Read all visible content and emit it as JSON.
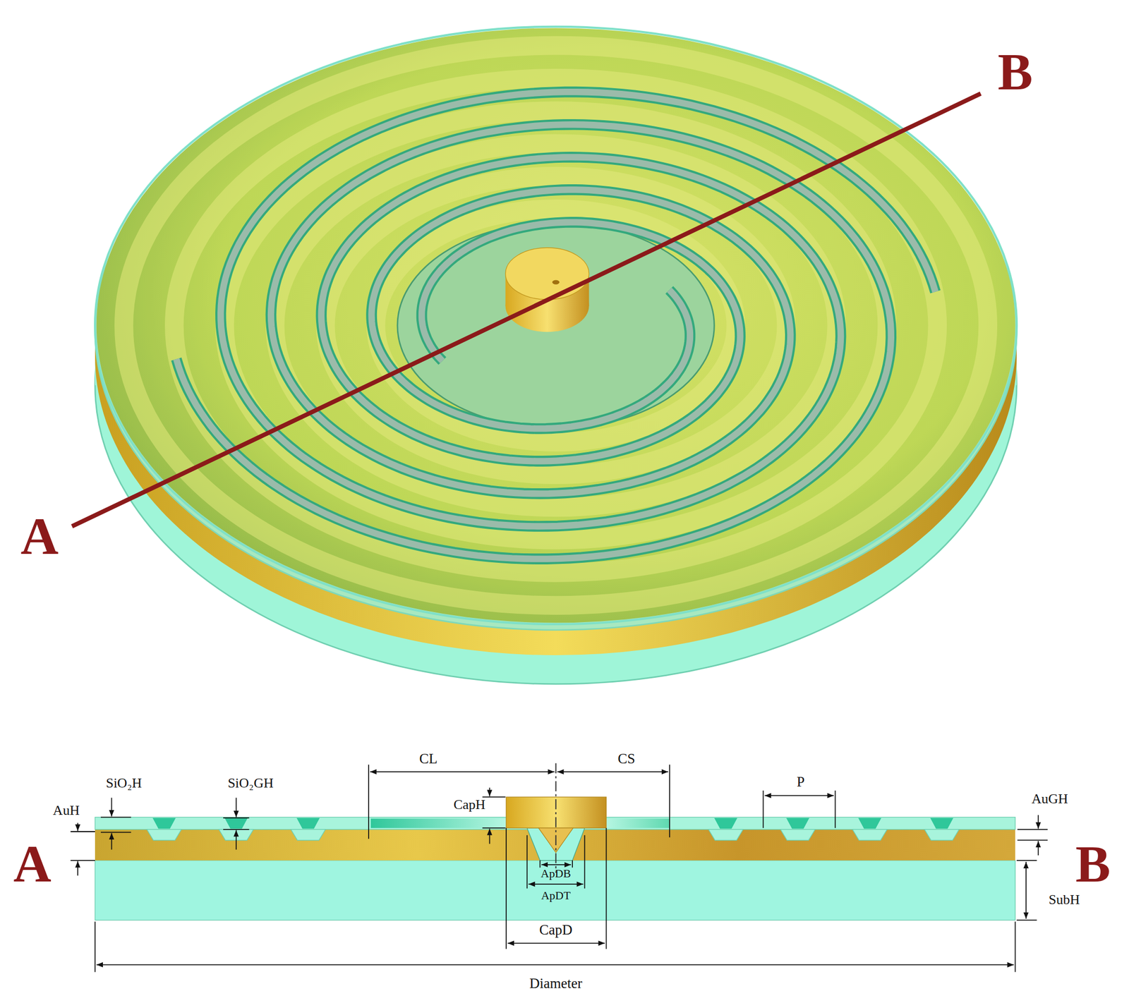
{
  "diagram": {
    "labels": [
      "B",
      "A",
      "CL",
      "CS",
      "P",
      "AuH",
      "SiO₂H",
      "SiO₂GH",
      "CapH",
      "AuGH",
      "ApDB",
      "ApDT",
      "CapD",
      "Diameter",
      "A",
      "B",
      "SubH"
    ]
  }
}
